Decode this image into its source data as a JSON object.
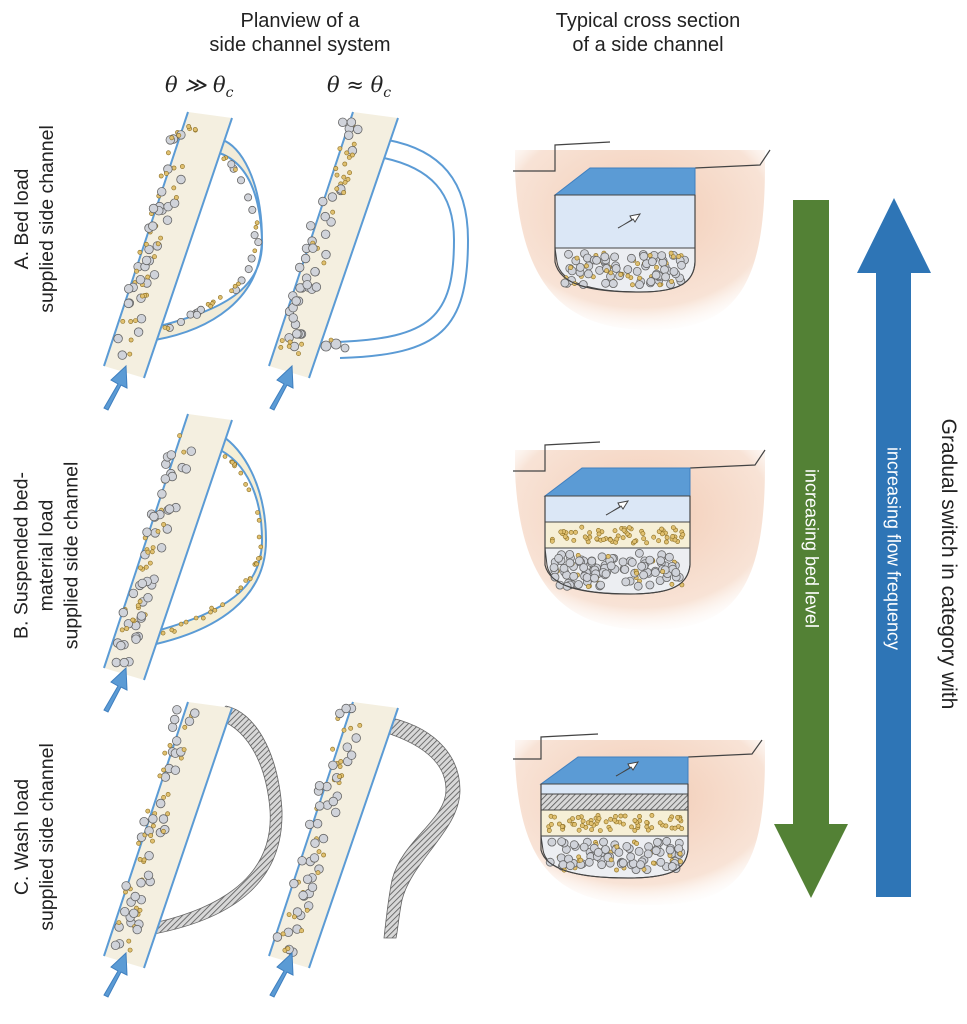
{
  "headers": {
    "planview": [
      "Planview of a",
      "side channel system"
    ],
    "cross_section": [
      "Typical cross section",
      "of a side channel"
    ]
  },
  "conditions": {
    "high": "θ ≫ θc",
    "near": "θ ≈ θc"
  },
  "rows": [
    {
      "label": [
        "A. Bed load",
        "supplied side channel"
      ]
    },
    {
      "label": [
        "B. Suspended bed-",
        "material load",
        "supplied side channel"
      ]
    },
    {
      "label": [
        "C. Wash load",
        "supplied side channel"
      ]
    }
  ],
  "arrows": {
    "green": {
      "label": "increasing bed level",
      "color": "#538135"
    },
    "blue": {
      "label": "increasing flow frequency",
      "color": "#2e75b6"
    }
  },
  "side_label": "Gradual switch in category with",
  "colors": {
    "channel_outline": "#5b9bd5",
    "inflow_arrow": "#5b9bd5",
    "water_top": "#5b9bd5",
    "water_body": "#dbe7f6",
    "soil": "#f4d9c9",
    "fine_sediment": "#e0c070",
    "coarse_sediment": "#d0d3da"
  }
}
